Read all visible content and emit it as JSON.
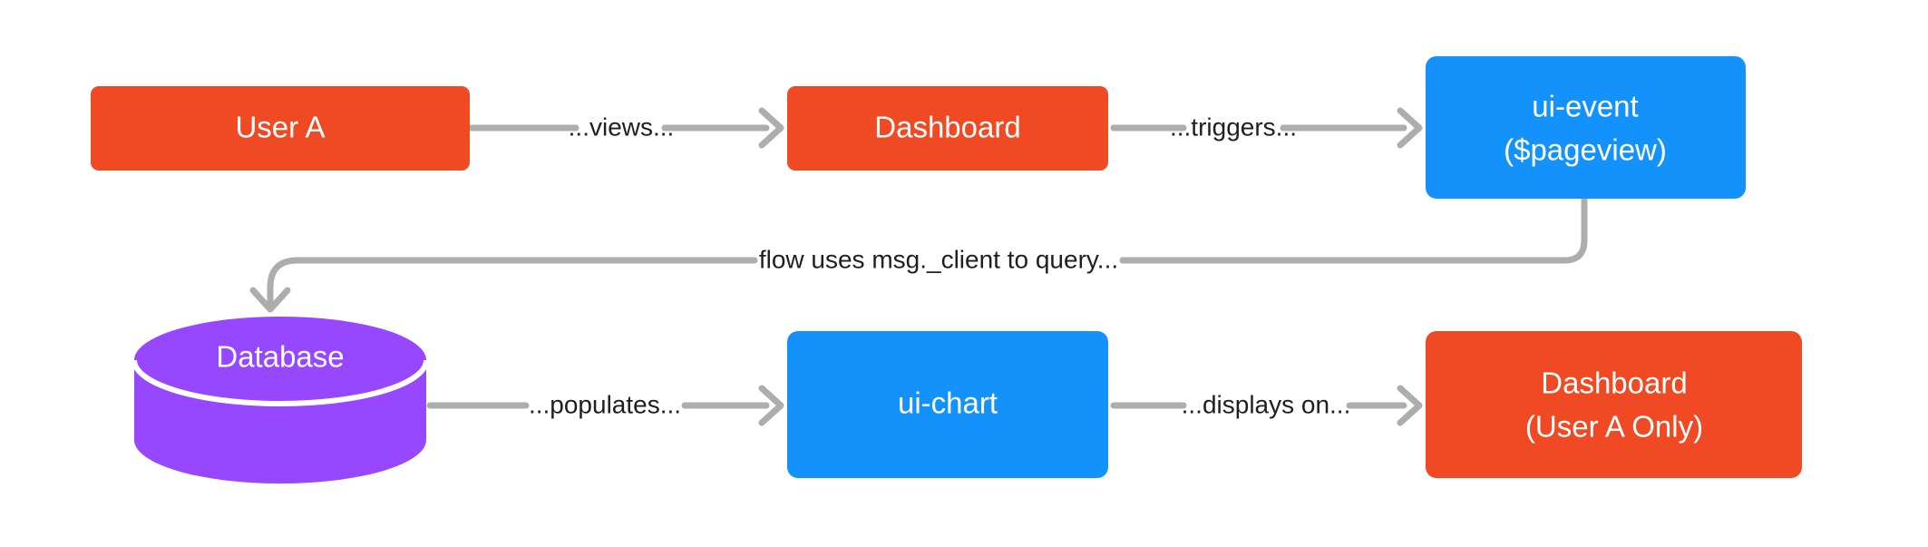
{
  "diagram": {
    "type": "flowchart",
    "direction": "left-to-right",
    "background_color": "#ffffff",
    "colors": {
      "orange": "#f04a24",
      "blue": "#1492fb",
      "purple": "#9747ff",
      "edge_gray": "#adadad",
      "label_text": "#1f1f1f",
      "node_text": "#ffffff"
    },
    "nodes": [
      {
        "id": "user-a",
        "shape": "rounded-rect",
        "color": "#f04a24",
        "lines": [
          "User A"
        ]
      },
      {
        "id": "dashboard-top",
        "shape": "rounded-rect",
        "color": "#f04a24",
        "lines": [
          "Dashboard"
        ]
      },
      {
        "id": "ui-event",
        "shape": "rounded-rect",
        "color": "#1492fb",
        "lines": [
          "ui-event",
          "($pageview)"
        ]
      },
      {
        "id": "database",
        "shape": "cylinder",
        "color": "#9747ff",
        "lines": [
          "Database"
        ]
      },
      {
        "id": "ui-chart",
        "shape": "rounded-rect",
        "color": "#1492fb",
        "lines": [
          "ui-chart"
        ]
      },
      {
        "id": "dashboard-user-a",
        "shape": "rounded-rect",
        "color": "#f04a24",
        "lines": [
          "Dashboard",
          "(User A Only)"
        ]
      }
    ],
    "edges": [
      {
        "id": "edge-views",
        "from": "user-a",
        "to": "dashboard-top",
        "label": "...views..."
      },
      {
        "id": "edge-triggers",
        "from": "dashboard-top",
        "to": "ui-event",
        "label": "...triggers..."
      },
      {
        "id": "edge-query",
        "from": "ui-event",
        "to": "database",
        "label": "flow uses msg._client to query..."
      },
      {
        "id": "edge-populates",
        "from": "database",
        "to": "ui-chart",
        "label": "...populates..."
      },
      {
        "id": "edge-displays",
        "from": "ui-chart",
        "to": "dashboard-user-a",
        "label": "...displays on..."
      }
    ]
  }
}
